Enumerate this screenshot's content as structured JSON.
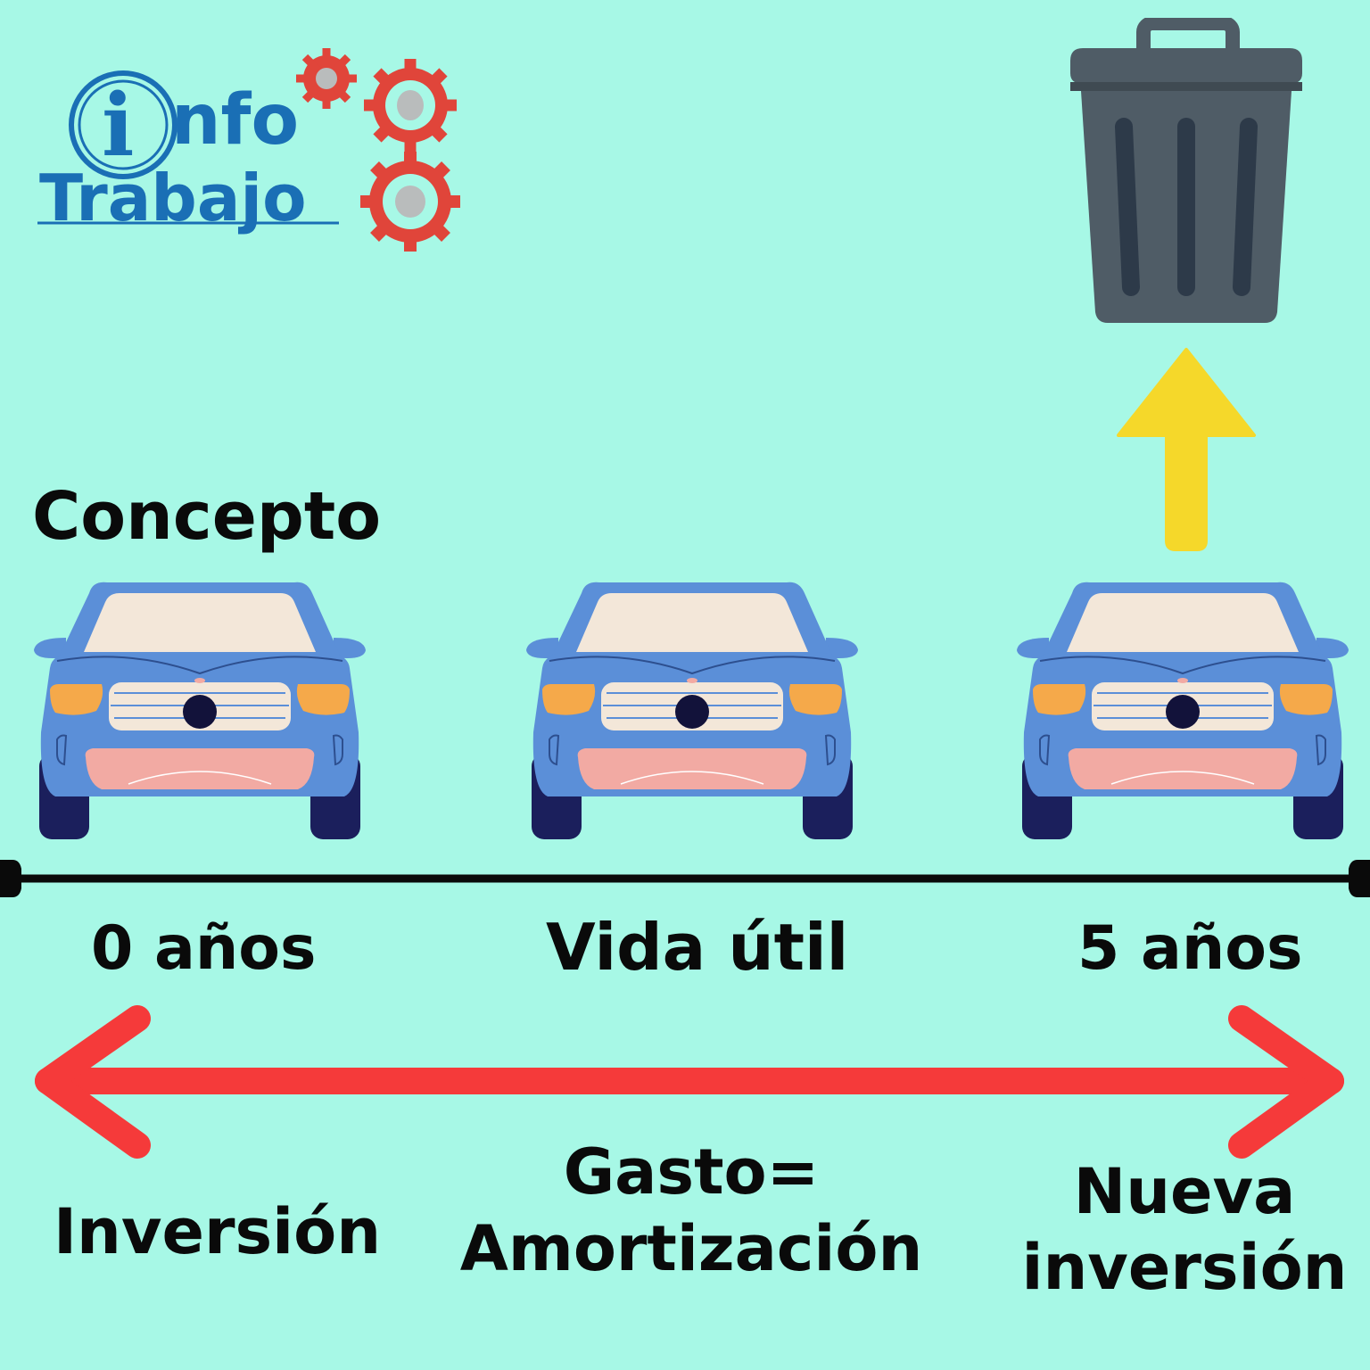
{
  "logo": {
    "line1_letter": "i",
    "line1_rest": "nfo",
    "line2": "Trabajo",
    "colors": {
      "blue": "#1a6fb5",
      "gear_red": "#e0453a",
      "gear_inner": "#b9bcbc"
    }
  },
  "concept_label": "Concepto",
  "timeline": {
    "start_label": "0 años",
    "middle_label": "Vida útil",
    "end_label": "5 años",
    "line_color": "#0a0a0a"
  },
  "cars": [
    {
      "position": "start"
    },
    {
      "position": "middle"
    },
    {
      "position": "end"
    }
  ],
  "car_colors": {
    "body": "#5b8fd8",
    "windshield": "#f3e7d9",
    "lights": "#f5a94a",
    "bumper": "#f2aaa3",
    "tires": "#1b1f5c"
  },
  "trash_icon": {
    "name": "trash-can-icon",
    "color": "#4f5c66"
  },
  "up_arrow": {
    "name": "up-arrow-icon",
    "color": "#f5d82a"
  },
  "double_arrow": {
    "name": "double-arrow-icon",
    "color": "#f53a3a"
  },
  "bottom_labels": {
    "left": "Inversión",
    "middle_line1": "Gasto=",
    "middle_line2": "Amortización",
    "right_line1": "Nueva",
    "right_line2": "inversión"
  }
}
